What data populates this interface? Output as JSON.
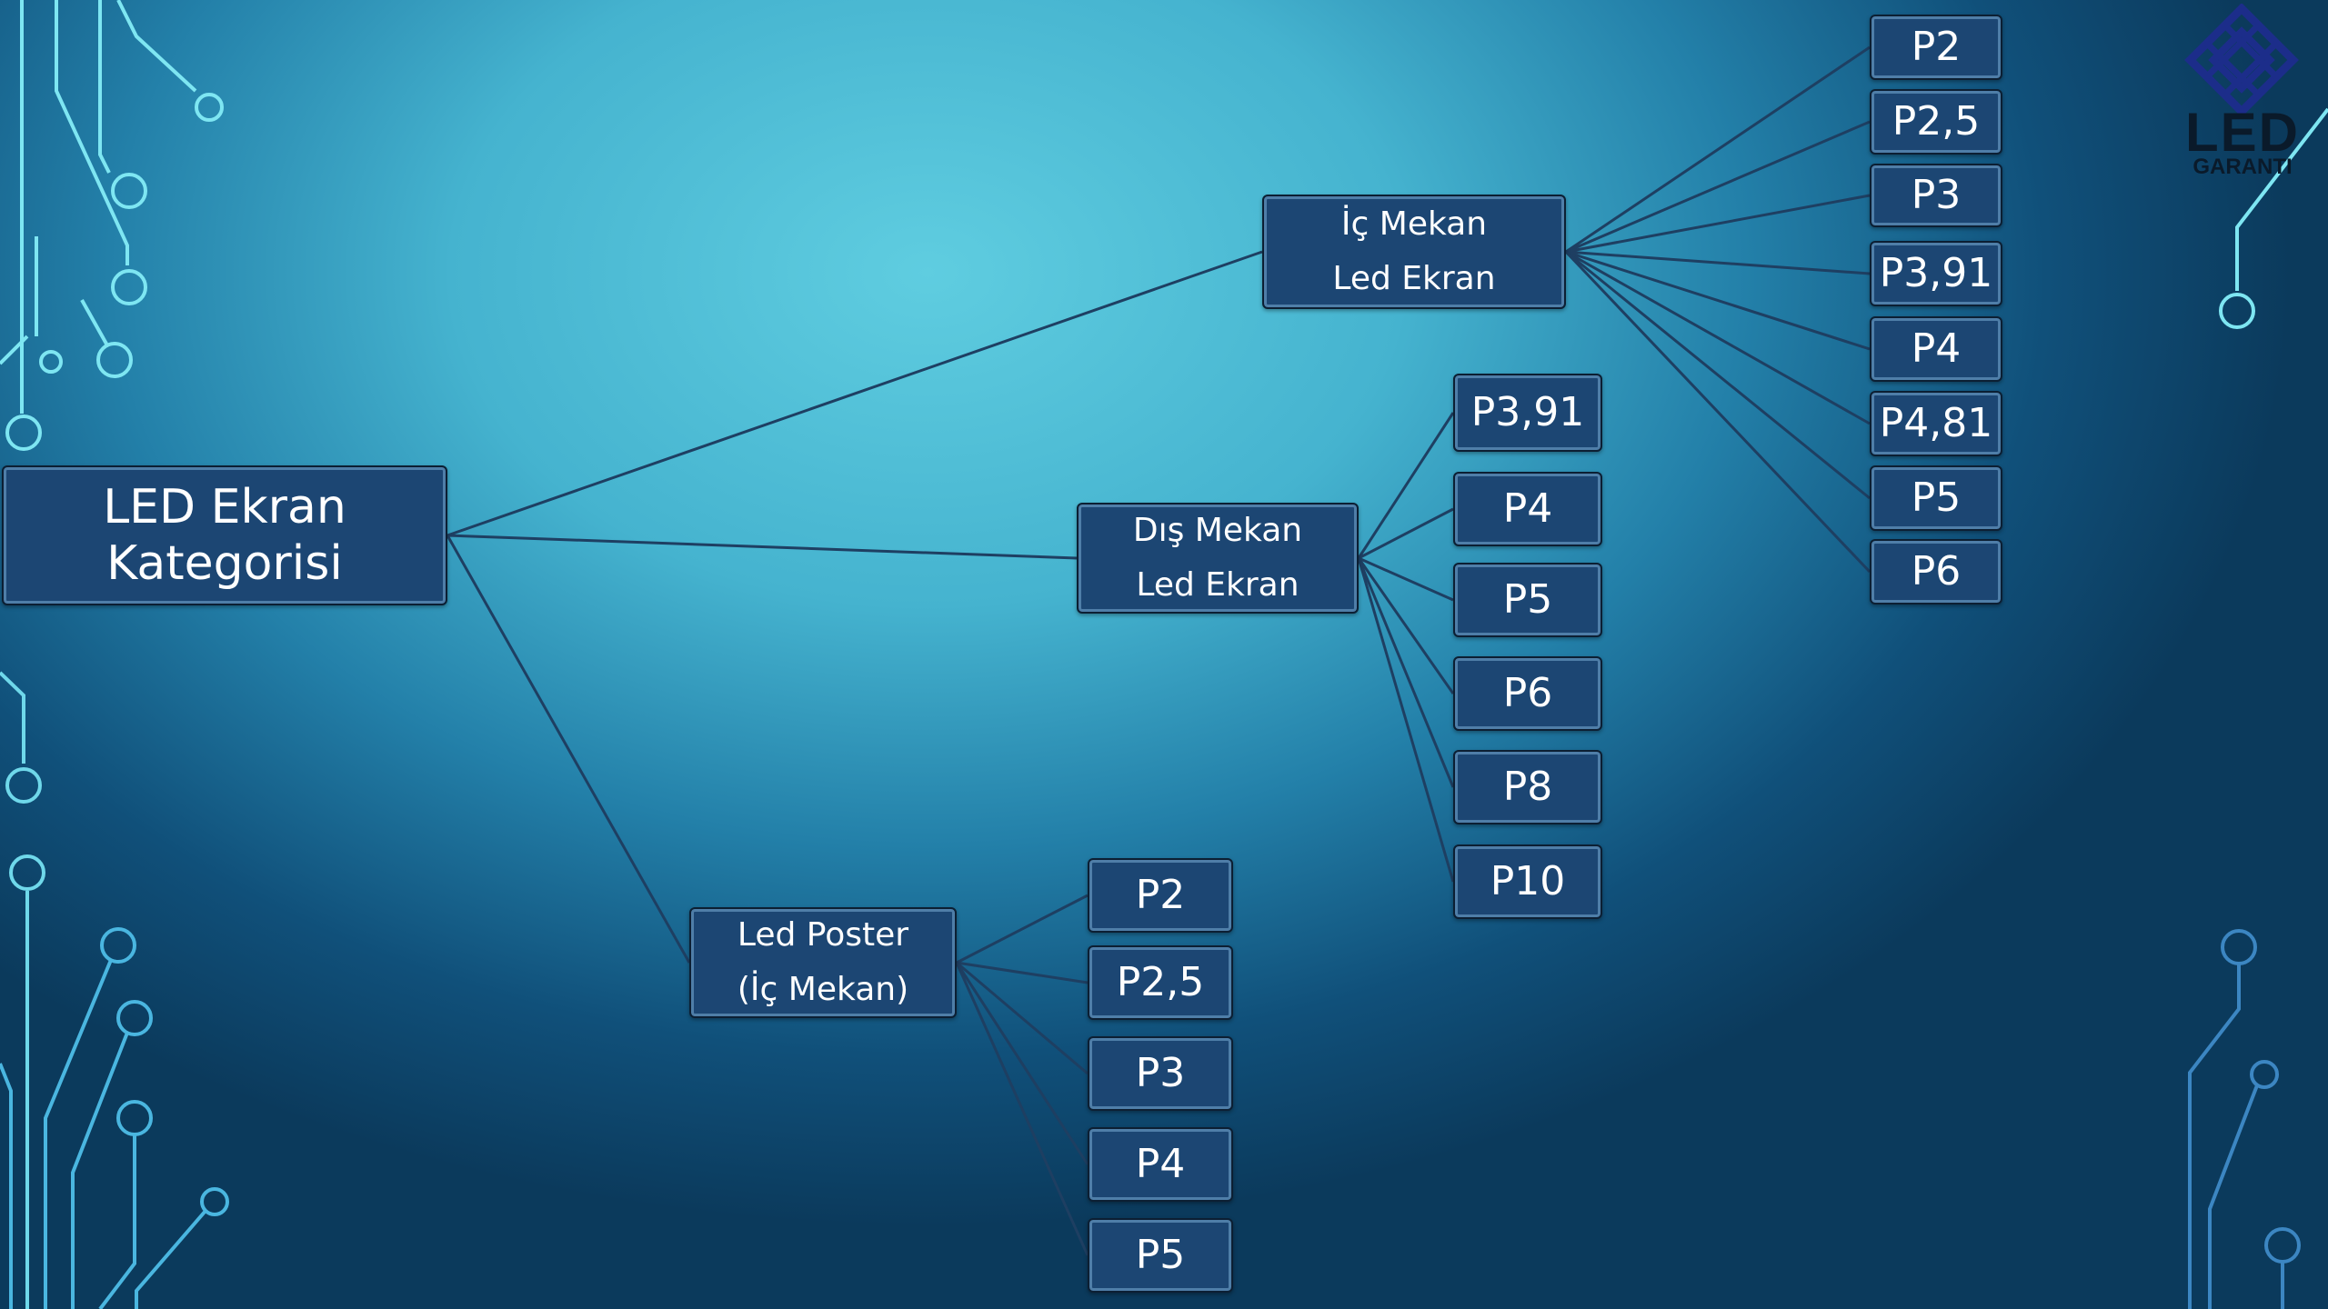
{
  "root": {
    "label": "LED Ekran\nKategorisi"
  },
  "categories": [
    {
      "label": "İç Mekan\nLed Ekran",
      "children": [
        "P2",
        "P2,5",
        "P3",
        "P3,91",
        "P4",
        "P4,81",
        "P5",
        "P6"
      ]
    },
    {
      "label": "Dış Mekan\nLed Ekran",
      "children": [
        "P3,91",
        "P4",
        "P5",
        "P6",
        "P8",
        "P10"
      ]
    },
    {
      "label": "Led Poster\n(İç Mekan)",
      "children": [
        "P2",
        "P2,5",
        "P3",
        "P4",
        "P5"
      ]
    }
  ],
  "logo": {
    "word": "LED",
    "sub": "GARANTI"
  },
  "colors": {
    "box": "#1c4673",
    "line": "#1e3f62",
    "circuit": "#6fe3ef"
  }
}
